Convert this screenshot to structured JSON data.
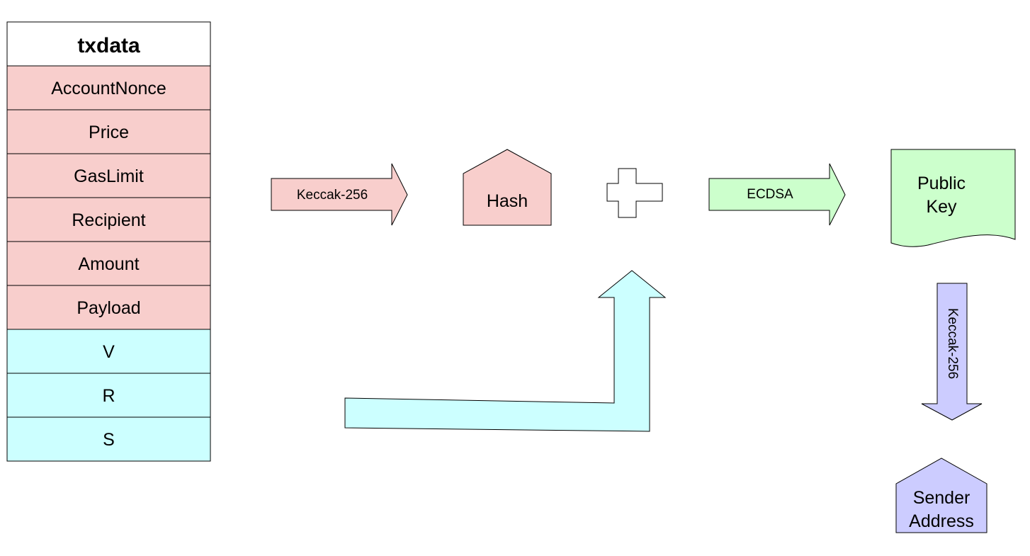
{
  "colors": {
    "signed_fields": "#f8cecc",
    "signature_fields": "#ccffff",
    "ecdsa": "#ccffcc",
    "address": "#ccccff",
    "stroke": "#000000",
    "background": "#ffffff"
  },
  "txdata": {
    "title": "txdata",
    "fields": [
      {
        "label": "AccountNonce",
        "group": "signed"
      },
      {
        "label": "Price",
        "group": "signed"
      },
      {
        "label": "GasLimit",
        "group": "signed"
      },
      {
        "label": "Recipient",
        "group": "signed"
      },
      {
        "label": "Amount",
        "group": "signed"
      },
      {
        "label": "Payload",
        "group": "signed"
      },
      {
        "label": "V",
        "group": "signature"
      },
      {
        "label": "R",
        "group": "signature"
      },
      {
        "label": "S",
        "group": "signature"
      }
    ]
  },
  "flow": {
    "hash_arrow_label": "Keccak-256",
    "hash_label": "Hash",
    "plus_icon": "plus-icon",
    "ecdsa_arrow_label": "ECDSA",
    "public_key_label_line1": "Public",
    "public_key_label_line2": "Key",
    "address_arrow_label": "Keccak-256",
    "sender_label_line1": "Sender",
    "sender_label_line2": "Address"
  }
}
